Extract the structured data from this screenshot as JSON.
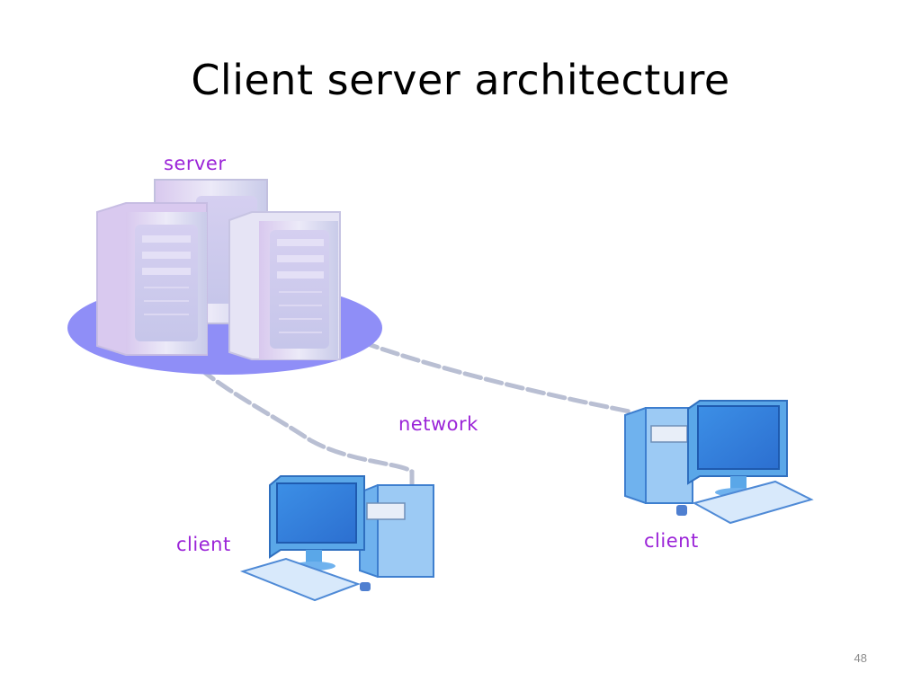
{
  "slide": {
    "title": "Client server architecture",
    "page_number": "48"
  },
  "diagram": {
    "labels": {
      "server": "server",
      "network": "network",
      "client_left": "client",
      "client_right": "client"
    },
    "nodes": [
      {
        "id": "server",
        "icon": "server-rack-icon",
        "count": 3
      },
      {
        "id": "client-left",
        "icon": "desktop-computer-icon"
      },
      {
        "id": "client-right",
        "icon": "desktop-computer-icon"
      }
    ],
    "edges": [
      {
        "from": "server",
        "to": "client-left",
        "style": "dashed"
      },
      {
        "from": "server",
        "to": "client-right",
        "style": "dashed"
      }
    ],
    "colors": {
      "label": "#9b24d8",
      "server_platform": "#8f8ef7",
      "server_body": "#dcdcf2",
      "computer_blue": "#5aa7e8",
      "screen": "#3a86e0",
      "cable": "#b9bfd3"
    }
  }
}
